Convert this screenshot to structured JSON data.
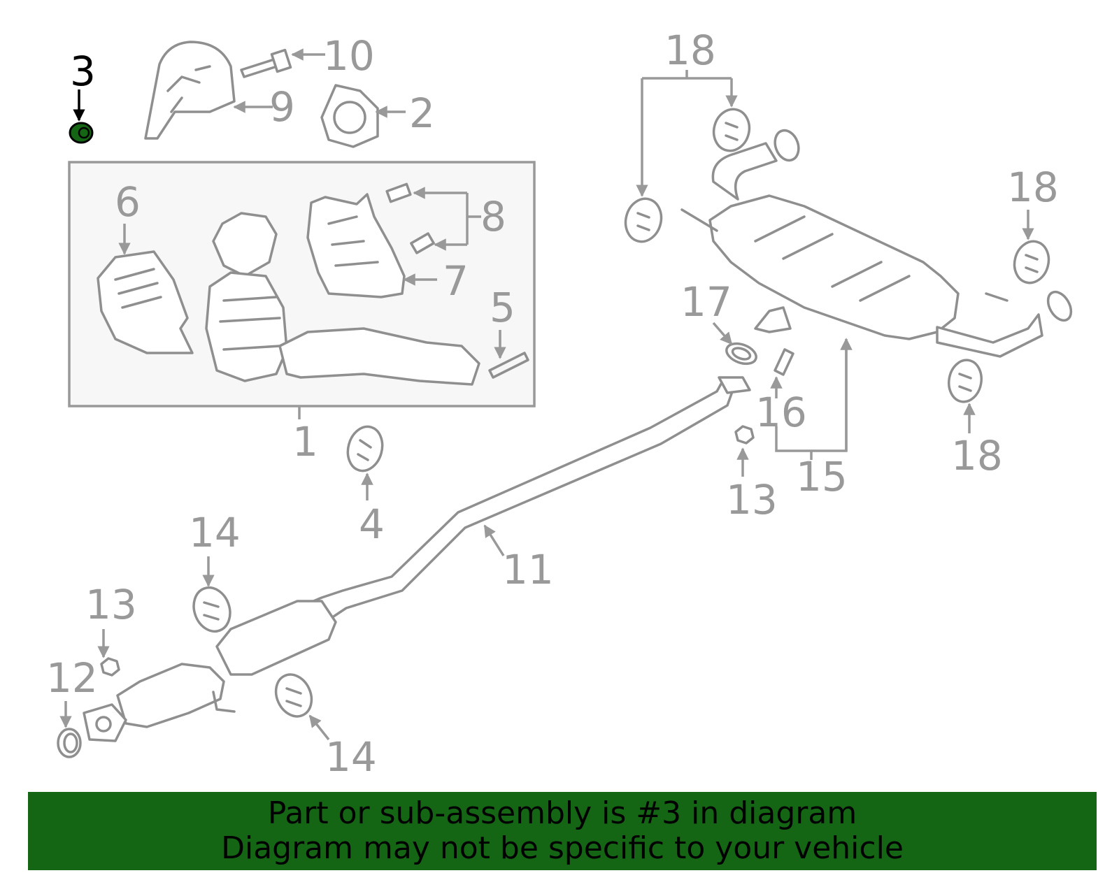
{
  "highlight_color": "#146614",
  "line_color": "#8f8f8f",
  "callouts": {
    "c1": "1",
    "c2": "2",
    "c3": "3",
    "c4": "4",
    "c5": "5",
    "c6": "6",
    "c7": "7",
    "c8": "8",
    "c9": "9",
    "c10": "10",
    "c11": "11",
    "c12": "12",
    "c13a": "13",
    "c13b": "13",
    "c14a": "14",
    "c14b": "14",
    "c15": "15",
    "c16": "16",
    "c17": "17",
    "c18a": "18",
    "c18b": "18",
    "c18c": "18"
  },
  "highlighted_part": "3",
  "banner": {
    "line1": "Part or sub-assembly is #3 in diagram",
    "line2": "Diagram may not be specific to your vehicle"
  }
}
